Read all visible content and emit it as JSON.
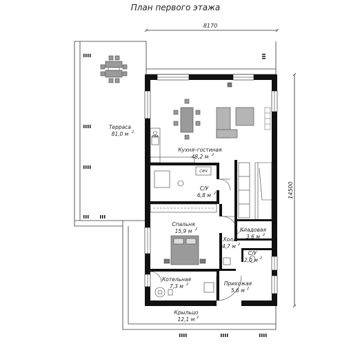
{
  "title": "План первого этажа",
  "dimensions": {
    "width": "8170",
    "height": "14500"
  },
  "rooms": [
    {
      "name": "Терраса",
      "area": "81,0 м"
    },
    {
      "name": "Кухня–гостиная",
      "area": "48,2 м"
    },
    {
      "name": "С/У",
      "area": "6,8 м"
    },
    {
      "name": "Спальня",
      "area": "15,9 м"
    },
    {
      "name": "Холл",
      "area": "4,7 м"
    },
    {
      "name": "Кладовая",
      "area": "3,6 м"
    },
    {
      "name": "С/У",
      "area": "2,0 м"
    },
    {
      "name": "Котельная",
      "area": "7,3 м"
    },
    {
      "name": "Прихожая",
      "area": "5,6 м"
    },
    {
      "name": "Крыльцо",
      "area": "12,1 м"
    }
  ],
  "labels": {
    "svch": "СВЧ",
    "pm": "ПМ",
    "sup": "2"
  }
}
